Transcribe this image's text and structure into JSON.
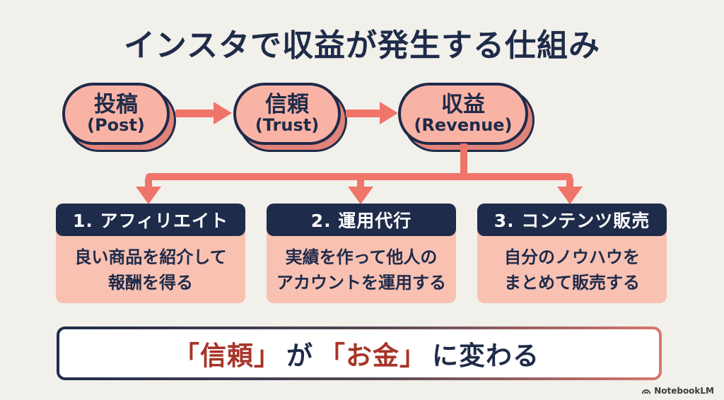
{
  "title": "インスタで収益が発生する仕組み",
  "flow": {
    "nodes": [
      {
        "jp": "投稿",
        "en": "(Post)"
      },
      {
        "jp": "信頼",
        "en": "(Trust)"
      },
      {
        "jp": "収益",
        "en": "(Revenue)"
      }
    ]
  },
  "branches": [
    {
      "header": "1. アフィリエイト",
      "line1": "良い商品を紹介して",
      "line2": "報酬を得る"
    },
    {
      "header": "2. 運用代行",
      "line1": "実績を作って他人の",
      "line2": "アカウントを運用する"
    },
    {
      "header": "3. コンテンツ販売",
      "line1": "自分のノウハウを",
      "line2": "まとめて販売する"
    }
  ],
  "banner": {
    "segments": [
      {
        "text": "「信頼」",
        "color": "red"
      },
      {
        "text": "が",
        "color": "navy"
      },
      {
        "text": "「お金」",
        "color": "red"
      },
      {
        "text": "に変わる",
        "color": "navy"
      }
    ]
  },
  "watermark": {
    "label": "NotebookLM"
  },
  "colors": {
    "background": "#F2F0EA",
    "navy": "#1F2B4A",
    "pill_fill": "#F9B3A5",
    "pill_shadow": "#E1837A",
    "card_body_fill": "#F8C1B2",
    "arrow_salmon": "#EF746A",
    "banner_red_text": "#A63428",
    "banner_border_left": "#1F2B4A",
    "banner_border_right": "#D8776E"
  }
}
